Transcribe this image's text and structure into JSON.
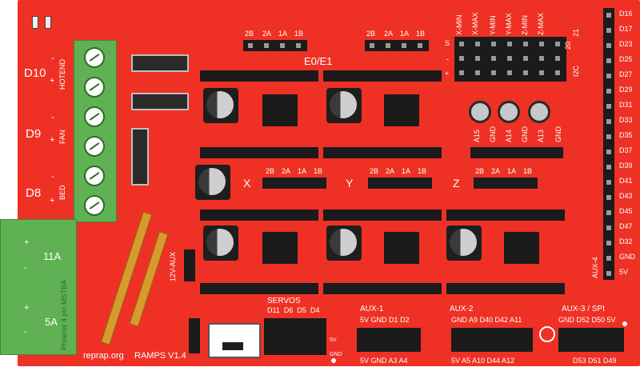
{
  "board": {
    "name": "RAMPS V1.4",
    "website": "reprap.org",
    "colors": {
      "board": "#ee3124",
      "connector": "#5fb153",
      "header": "#1b1b1b",
      "pin": "#9a9a9a",
      "rod": "#d89a2c"
    }
  },
  "power_outputs": {
    "d10": "D10",
    "d9": "D9",
    "d8": "D8",
    "hotend": "HOTEND",
    "fan": "FAN",
    "bed": "BED",
    "plus": "+",
    "minus": "-"
  },
  "power_input": {
    "amp_11": "11A",
    "amp_5": "5A",
    "label": "Phoenix 4 pin MSTBA",
    "plus": "+",
    "minus": "-"
  },
  "extruders": {
    "label": "E0/E1"
  },
  "drivers": {
    "x": "X",
    "y": "Y",
    "z": "Z"
  },
  "stepper_pins": {
    "p2b": "2B",
    "p2a": "2A",
    "p1a": "1A",
    "p1b": "1B"
  },
  "endstops": {
    "labels": [
      "X-MIN",
      "X-MAX",
      "Y-MIN",
      "Y-MAX",
      "Z-MIN",
      "Z-MAX"
    ],
    "s": "S",
    "minus": "-",
    "plus": "+"
  },
  "i2c": {
    "label": "I2C",
    "p20": "20",
    "p21": "21"
  },
  "thermistors": {
    "labels": [
      "A15",
      "GND",
      "A14",
      "GND",
      "A13",
      "GND"
    ]
  },
  "aux4": {
    "label": "AUX-4",
    "pins": [
      "D16",
      "D17",
      "D23",
      "D25",
      "D27",
      "D29",
      "D31",
      "D33",
      "D35",
      "D37",
      "D39",
      "D41",
      "D43",
      "D45",
      "D47",
      "D32",
      "GND",
      "5V"
    ]
  },
  "aux12v": {
    "label": "12V-AUX"
  },
  "servos": {
    "label": "SERVOS",
    "pins": "D11  D6  D5  D4",
    "v5": "5V",
    "gnd": "GND"
  },
  "aux1": {
    "label": "AUX-1",
    "top": "5V GND D1 D2",
    "bottom": "5V GND A3 A4"
  },
  "aux2": {
    "label": "AUX-2",
    "top": "GND A9 D40 D42 A11",
    "bottom": "5V A5 A10 D44 A12"
  },
  "aux3": {
    "label": "AUX-3 / SPI",
    "top": "GND D52 D50 5V",
    "bottom": "D53 D51 D49"
  }
}
